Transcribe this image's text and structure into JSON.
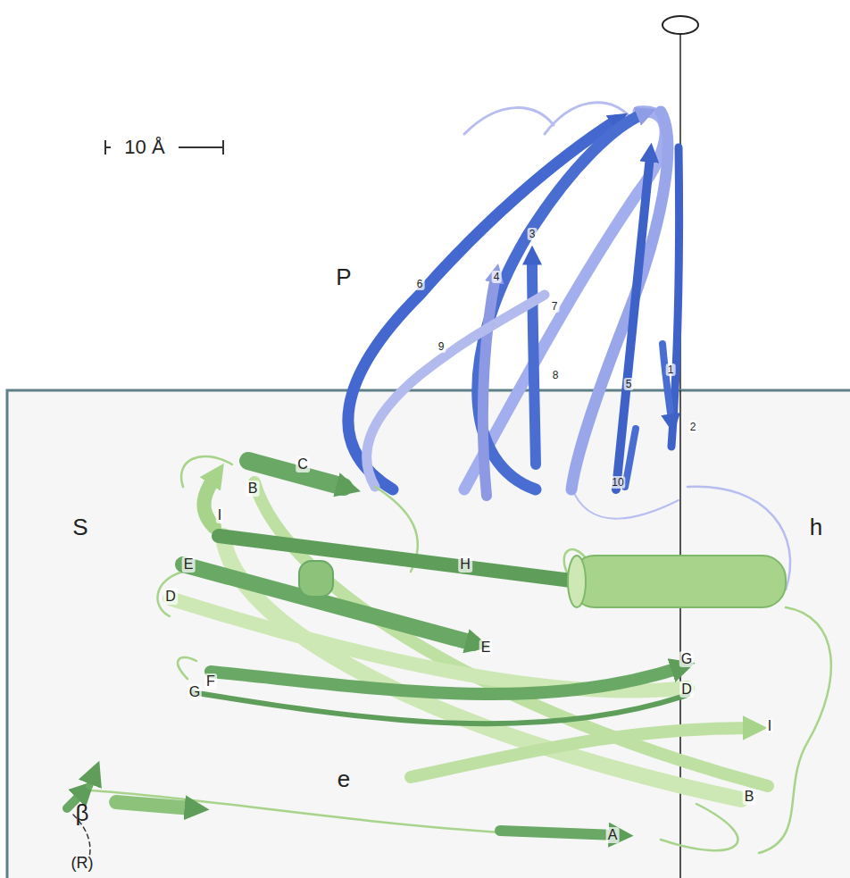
{
  "diagram": {
    "labels": [
      "10 Å",
      "P",
      "6",
      "4",
      "3",
      "7",
      "9",
      "8",
      "5",
      "1",
      "2",
      "10",
      "S",
      "C",
      "I",
      "B",
      "h",
      "E",
      "D",
      "H",
      "E",
      "G",
      "D",
      "F",
      "G",
      "β",
      "I",
      "e",
      "B",
      "A",
      "(R)"
    ]
  }
}
